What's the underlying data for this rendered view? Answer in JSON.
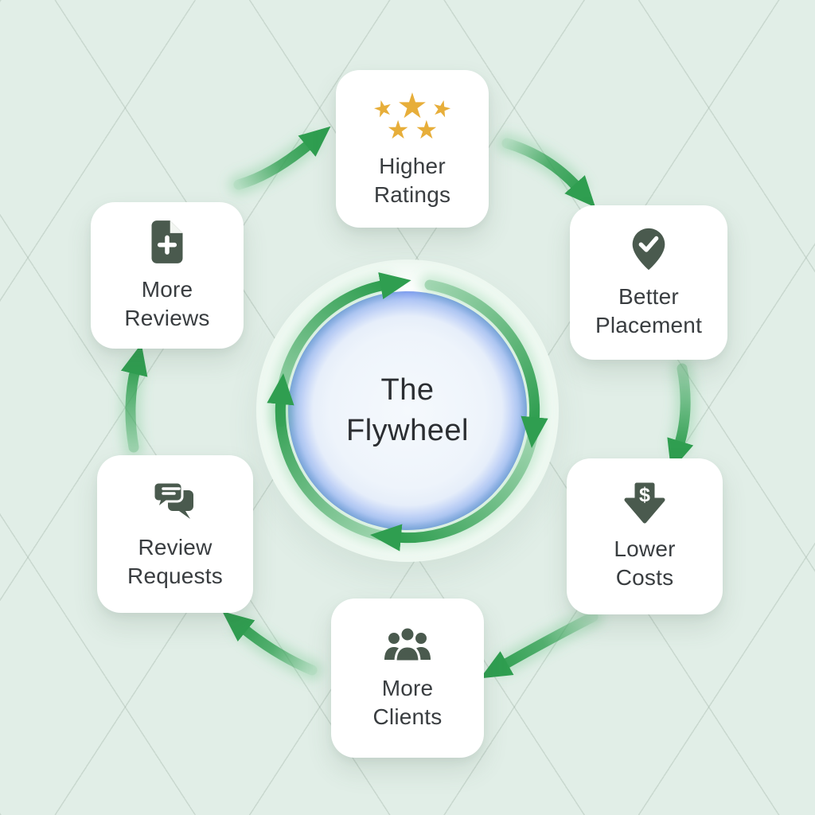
{
  "title": "The Flywheel diagram",
  "center": {
    "line1": "The",
    "line2": "Flywheel"
  },
  "cards": {
    "higher_ratings": {
      "line1": "Higher",
      "line2": "Ratings",
      "icon": "five-stars-icon"
    },
    "better_placement": {
      "line1": "Better",
      "line2": "Placement",
      "icon": "location-pin-check-icon"
    },
    "lower_costs": {
      "line1": "Lower",
      "line2": "Costs",
      "icon": "dollar-down-arrow-icon",
      "icon_glyph": "$"
    },
    "more_clients": {
      "line1": "More",
      "line2": "Clients",
      "icon": "people-group-icon"
    },
    "review_requests": {
      "line1": "Review",
      "line2": "Requests",
      "icon": "chat-bubbles-icon"
    },
    "more_reviews": {
      "line1": "More",
      "line2": "Reviews",
      "icon": "document-plus-icon"
    }
  },
  "cycle_order": [
    "Higher Ratings",
    "Better Placement",
    "Lower Costs",
    "More Clients",
    "Review Requests",
    "More Reviews"
  ],
  "colors": {
    "background": "#e1eee7",
    "grid_line": "#91a598",
    "card_background": "#ffffff",
    "card_text": "#393d40",
    "icon_green": "#4a5a4e",
    "star_gold": "#e7ae3a",
    "arrow_green": "#2f9e50",
    "ring_blue": "#5d82ea",
    "center_text": "#2b2e32"
  }
}
